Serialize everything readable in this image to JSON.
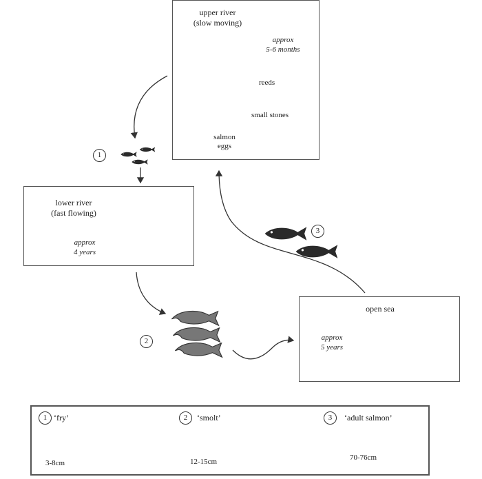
{
  "upper_river": {
    "title_line1": "upper river",
    "title_line2": "(slow moving)",
    "duration_line1": "approx",
    "duration_line2": "5-6 months",
    "label_reeds": "reeds",
    "label_small_stones": "small stones",
    "label_eggs_line1": "salmon",
    "label_eggs_line2": "eggs"
  },
  "lower_river": {
    "title_line1": "lower river",
    "title_line2": "(fast flowing)",
    "duration_line1": "approx",
    "duration_line2": "4 years"
  },
  "open_sea": {
    "title": "open sea",
    "duration_line1": "approx",
    "duration_line2": "5 years"
  },
  "stages": {
    "s1": "1",
    "s2": "2",
    "s3": "3"
  },
  "legend": {
    "fry_num": "1",
    "fry_label": "‘fry’",
    "fry_size": "3-8cm",
    "smolt_num": "2",
    "smolt_label": "‘smolt’",
    "smolt_size": "12-15cm",
    "adult_num": "3",
    "adult_label": "‘adult salmon’",
    "adult_size": "70-76cm"
  }
}
